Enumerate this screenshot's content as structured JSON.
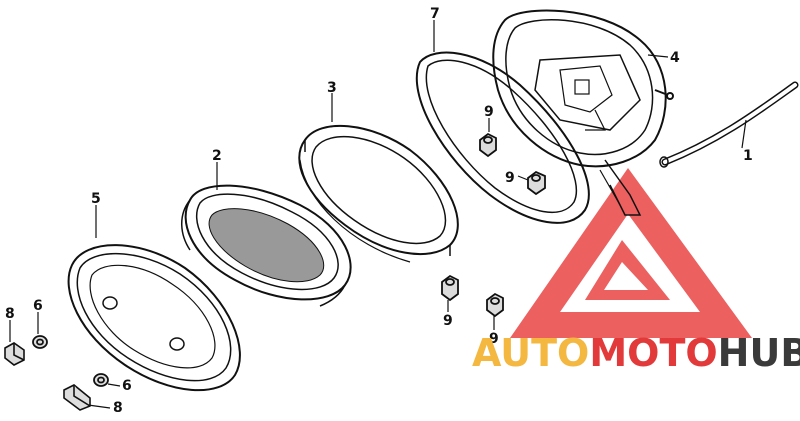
{
  "callouts": {
    "p1": "1",
    "p2": "2",
    "p3": "3",
    "p4": "4",
    "p5": "5",
    "p6a": "6",
    "p6b": "6",
    "p7": "7",
    "p8a": "8",
    "p8b": "8",
    "p9a": "9",
    "p9b": "9",
    "p9c": "9",
    "p9d": "9"
  },
  "watermark": {
    "part1": "AUTO",
    "part2": "MOTO",
    "part3": "HUB",
    "colors": {
      "auto": "#f4b740",
      "moto": "#e23a3a",
      "hub": "#3a3a3a",
      "triangle": "#e53030"
    }
  }
}
